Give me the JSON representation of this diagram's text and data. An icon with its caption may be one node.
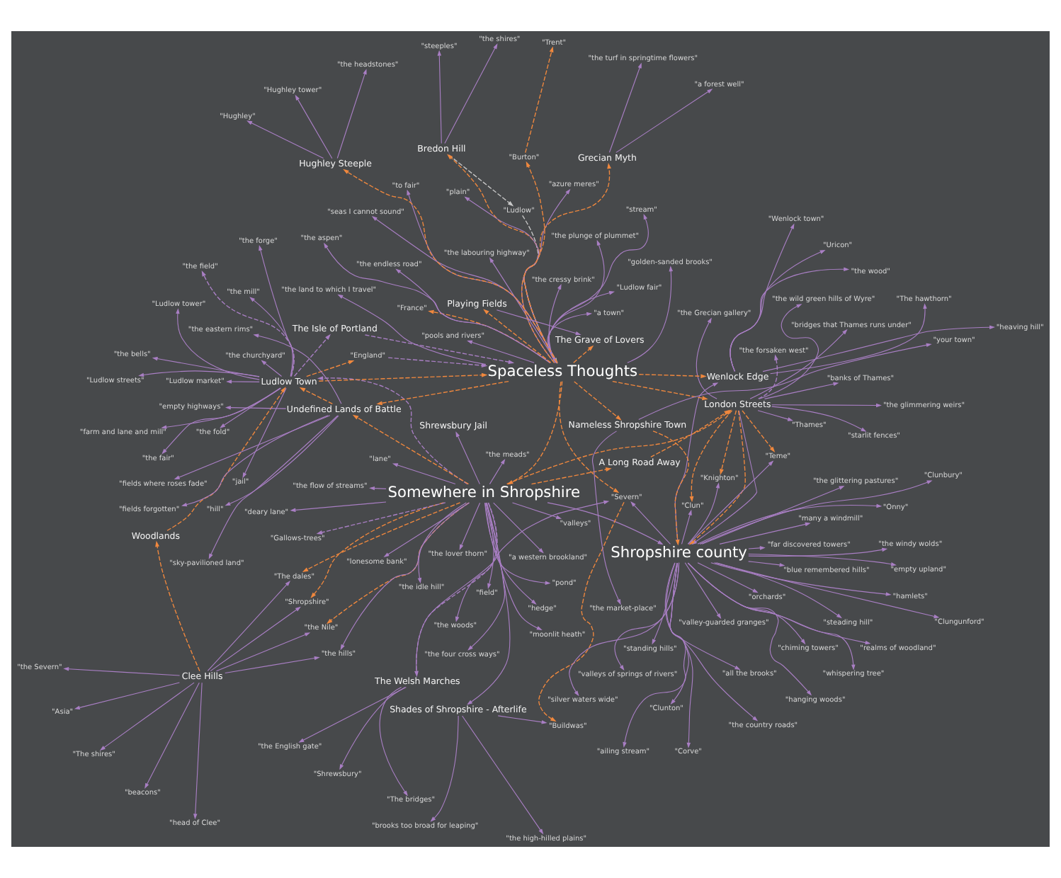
{
  "diagram": {
    "nodes": [
      {
        "text": [
          "Clee Hills"
        ]
      },
      {
        "text": [
          "\"beacons\""
        ]
      },
      {
        "text": [
          "\"head of Clee\""
        ]
      },
      {
        "text": [
          "\"Asia\""
        ]
      },
      {
        "text": [
          "\"the Nile\""
        ]
      },
      {
        "text": [
          "\"The dales\""
        ]
      },
      {
        "text": [
          "\"the Severn\""
        ]
      },
      {
        "text": [
          "\"The shires\""
        ]
      },
      {
        "text": [
          "\"the hills\""
        ]
      },
      {
        "text": [
          "\"Shropshire\""
        ]
      },
      {
        "text": [
          "Somewhere in Shropshire"
        ]
      },
      {
        "text": [
          "\"the meads\""
        ]
      },
      {
        "text": [
          "\"Gallows-trees\""
        ]
      },
      {
        "text": [
          "\"the woods\""
        ]
      },
      {
        "text": [
          "\"deary lane\""
        ]
      },
      {
        "text": [
          "\"lane\""
        ]
      },
      {
        "text": [
          "\"the idle hill\""
        ]
      },
      {
        "text": [
          "\"the flow of streams\""
        ]
      },
      {
        "text": [
          "\"field\""
        ]
      },
      {
        "text": [
          "\"valleys\""
        ]
      },
      {
        "text": [
          "\"hedge\""
        ]
      },
      {
        "text": [
          "\"a western brookland\""
        ]
      },
      {
        "text": [
          "\"pond\""
        ]
      },
      {
        "text": [
          "\"moonlit heath\""
        ]
      },
      {
        "text": [
          "\"lonesome bank\""
        ]
      },
      {
        "text": [
          "\"the lover thorn\""
        ]
      },
      {
        "text": [
          "\"the four cross ways\""
        ]
      },
      {
        "text": [
          "Shrewsbury Jail"
        ]
      },
      {
        "text": [
          "A Long Road Away"
        ]
      },
      {
        "text": [
          "London Streets"
        ]
      },
      {
        "text": [
          "\"the forsaken west\""
        ]
      },
      {
        "text": [
          "\"the Grecian gallery\""
        ]
      },
      {
        "text": [
          "\"bridges that Thames runs under\""
        ]
      },
      {
        "text": [
          "\"Thames\""
        ]
      },
      {
        "text": [
          "\"banks of Thames\""
        ]
      },
      {
        "text": [
          "\"the glimmering weirs\""
        ]
      },
      {
        "text": [
          "\"starlit fences\""
        ]
      },
      {
        "text": [
          "\"the wild green hills of Wyre\""
        ]
      },
      {
        "text": [
          "\"Knighton\""
        ]
      },
      {
        "text": [
          "\"Clun\""
        ]
      },
      {
        "text": [
          "\"Teme\""
        ]
      },
      {
        "text": [
          "Woodlands"
        ]
      },
      {
        "text": [
          "Ludlow Town"
        ]
      },
      {
        "text": [
          "\"the mill\""
        ]
      },
      {
        "text": [
          "\"farm and lane and mill\""
        ]
      },
      {
        "text": [
          "\"Ludlow tower\""
        ]
      },
      {
        "text": [
          "\"the bells\""
        ]
      },
      {
        "text": [
          "\"Ludlow market\""
        ]
      },
      {
        "text": [
          "\"Ludlow streets\""
        ]
      },
      {
        "text": [
          "\"the fair\""
        ]
      },
      {
        "text": [
          "\"the fold\""
        ]
      },
      {
        "text": [
          "\"jail\""
        ]
      },
      {
        "text": [
          "\"the forge\""
        ]
      },
      {
        "text": [
          "\"the churchyard\""
        ]
      },
      {
        "text": [
          "\"the field\""
        ]
      },
      {
        "text": [
          "Undefined Lands of Battle"
        ]
      },
      {
        "text": [
          "\"empty highways\""
        ]
      },
      {
        "text": [
          "\"the eastern rims\""
        ]
      },
      {
        "text": [
          "\"sky-pavilioned land\""
        ]
      },
      {
        "text": [
          "\"fields forgotten\""
        ]
      },
      {
        "text": [
          "\"fields where roses fade\""
        ]
      },
      {
        "text": [
          "The Welsh Marches"
        ]
      },
      {
        "text": [
          "\"the English gate\""
        ]
      },
      {
        "text": [
          "\"Shrewsbury\""
        ]
      },
      {
        "text": [
          "\"The bridges\""
        ]
      },
      {
        "text": [
          "Shades of Shropshire - Afterlife"
        ]
      },
      {
        "text": [
          "\"the high-hilled plains\""
        ]
      },
      {
        "text": [
          "\"brooks too broad for leaping\""
        ]
      },
      {
        "text": [
          "\"Buildwas\""
        ]
      },
      {
        "text": [
          "\"Severn\""
        ]
      },
      {
        "text": [
          "Bredon Hill"
        ]
      },
      {
        "text": [
          "\"steeples\""
        ]
      },
      {
        "text": [
          "\"the shires\""
        ]
      },
      {
        "text": [
          "\"Ludlow\""
        ]
      },
      {
        "text": [
          "\"hill\""
        ]
      },
      {
        "text": [
          "Shropshire county"
        ]
      },
      {
        "text": [
          "\"the country roads\""
        ]
      },
      {
        "text": [
          "\"many a windmill\""
        ]
      },
      {
        "text": [
          "\"hamlets\""
        ]
      },
      {
        "text": [
          "\"ailing stream\""
        ]
      },
      {
        "text": [
          "\"the glittering pastures\""
        ]
      },
      {
        "text": [
          "\"chiming towers\""
        ]
      },
      {
        "text": [
          "\"the windy wolds\""
        ]
      },
      {
        "text": [
          "\"valley-guarded granges\""
        ]
      },
      {
        "text": [
          "\"Onny\""
        ]
      },
      {
        "text": [
          "\"Clunbury\""
        ]
      },
      {
        "text": [
          "\"steading hill\""
        ]
      },
      {
        "text": [
          "\"whispering tree\""
        ]
      },
      {
        "text": [
          "\"standing hills\""
        ]
      },
      {
        "text": [
          "\"empty upland\""
        ]
      },
      {
        "text": [
          "\"far discovered towers\""
        ]
      },
      {
        "text": [
          "\"realms of woodland\""
        ]
      },
      {
        "text": [
          "\"blue remembered hills\""
        ]
      },
      {
        "text": [
          "\"Corve\""
        ]
      },
      {
        "text": [
          "\"Clunton\""
        ]
      },
      {
        "text": [
          "\"valleys of springs of rivers\""
        ]
      },
      {
        "text": [
          "\"all the brooks\""
        ]
      },
      {
        "text": [
          "\"Clungunford\""
        ]
      },
      {
        "text": [
          "\"hanging woods\""
        ]
      },
      {
        "text": [
          "\"orchards\""
        ]
      },
      {
        "text": [
          "\"silver waters wide\""
        ]
      },
      {
        "text": [
          "\"England\""
        ]
      },
      {
        "text": [
          "\"France\""
        ]
      },
      {
        "text": [
          "The Isle of Portland"
        ]
      },
      {
        "text": [
          "Spaceless Thoughts"
        ]
      },
      {
        "text": [
          "Wenlock Edge"
        ]
      },
      {
        "text": [
          "\"the wood\""
        ]
      },
      {
        "text": [
          "\"Uricon\""
        ]
      },
      {
        "text": [
          "\"heaving hill\""
        ]
      },
      {
        "text": [
          "\"The hawthorn\""
        ]
      },
      {
        "text": [
          "\"Wenlock town\""
        ]
      },
      {
        "text": [
          "Nameless Shropshire Town"
        ]
      },
      {
        "text": [
          "\"your town\""
        ]
      },
      {
        "text": [
          "\"the market-place\""
        ]
      },
      {
        "text": [
          "\"azure meres\""
        ]
      },
      {
        "text": [
          "\"stream\""
        ]
      },
      {
        "text": [
          "\"seas I cannot sound\""
        ]
      },
      {
        "text": [
          "\"Ludlow fair\""
        ]
      },
      {
        "text": [
          "\"the plunge of plummet\""
        ]
      },
      {
        "text": [
          "\"the land to which I travel\""
        ]
      },
      {
        "text": [
          "\"to fair\""
        ]
      },
      {
        "text": [
          "\"the aspen\""
        ]
      },
      {
        "text": [
          "\"the labouring highway\""
        ]
      },
      {
        "text": [
          "\"the endless road\""
        ]
      },
      {
        "text": [
          "Playing Fields"
        ]
      },
      {
        "text": [
          "The Grave of Lovers"
        ]
      },
      {
        "text": [
          "Grecian Myth"
        ]
      },
      {
        "text": [
          "\"a forest well\""
        ]
      },
      {
        "text": [
          "\"the turf in springtime flowers\""
        ]
      },
      {
        "text": [
          "Hughley Steeple"
        ]
      },
      {
        "text": [
          "\"the headstones\""
        ]
      },
      {
        "text": [
          "\"Hughley\""
        ]
      },
      {
        "text": [
          "\"Hughley tower\""
        ]
      },
      {
        "text": [
          "\"a town\""
        ]
      },
      {
        "text": [
          "\"plain\""
        ]
      },
      {
        "text": [
          "\"pools and rivers\""
        ]
      },
      {
        "text": [
          "\"the cressy brink\""
        ]
      },
      {
        "text": [
          "\"golden-sanded brooks\""
        ]
      },
      {
        "text": [
          "\"Burton\""
        ]
      },
      {
        "text": [
          "\"Trent\""
        ]
      }
    ],
    "edges": [
      {
        "from": 0,
        "to": 1,
        "arrow": "to"
      },
      {
        "from": 0,
        "to": 2,
        "arrow": "to"
      },
      {
        "from": 0,
        "to": 3,
        "arrow": "to"
      },
      {
        "from": 0,
        "to": 4,
        "arrow": "to"
      },
      {
        "from": 0,
        "to": 5,
        "arrow": "to"
      },
      {
        "from": 0,
        "to": 6,
        "arrow": "to"
      },
      {
        "from": 0,
        "to": 7,
        "arrow": "to"
      },
      {
        "from": 0,
        "to": 8,
        "arrow": "to"
      },
      {
        "from": 0,
        "to": 9,
        "arrow": "to"
      },
      {
        "from": 10,
        "to": 8,
        "arrow": "to"
      },
      {
        "from": 10,
        "to": 11,
        "arrow": "to"
      },
      {
        "from": 10,
        "to": 12,
        "arrow": "to",
        "style": "dashed"
      },
      {
        "from": 10,
        "to": 13,
        "arrow": "to"
      },
      {
        "from": 10,
        "to": 14,
        "arrow": "to"
      },
      {
        "from": 10,
        "to": 15,
        "arrow": "to"
      },
      {
        "from": 10,
        "to": 16,
        "arrow": "to"
      },
      {
        "from": 10,
        "to": 17,
        "arrow": "to"
      },
      {
        "from": 10,
        "to": 18,
        "arrow": "to"
      },
      {
        "from": 10,
        "to": 19,
        "arrow": "to"
      },
      {
        "from": 10,
        "to": 20,
        "arrow": "to"
      },
      {
        "from": 10,
        "to": 21,
        "arrow": "to"
      },
      {
        "from": 10,
        "to": 22,
        "arrow": "to"
      },
      {
        "from": 10,
        "to": 23,
        "arrow": "to"
      },
      {
        "from": 10,
        "to": 24,
        "arrow": "to"
      },
      {
        "from": 10,
        "to": 25,
        "arrow": "to"
      },
      {
        "from": 10,
        "to": 26,
        "arrow": "to"
      },
      {
        "from": 10,
        "to": 27,
        "arrow": "to"
      },
      {
        "from": 29,
        "to": 30,
        "arrow": "to",
        "style": "dashed"
      },
      {
        "from": 29,
        "to": 31,
        "arrow": "to"
      },
      {
        "from": 29,
        "to": 32,
        "arrow": "to"
      },
      {
        "from": 29,
        "to": 33,
        "arrow": "to"
      },
      {
        "from": 29,
        "to": 34,
        "arrow": "to"
      },
      {
        "from": 29,
        "to": 35,
        "arrow": "to"
      },
      {
        "from": 29,
        "to": 36,
        "arrow": "to"
      },
      {
        "from": 29,
        "to": 37,
        "arrow": "to"
      },
      {
        "from": 42,
        "to": 43,
        "arrow": "to"
      },
      {
        "from": 42,
        "to": 44,
        "arrow": "to"
      },
      {
        "from": 42,
        "to": 45,
        "arrow": "to"
      },
      {
        "from": 42,
        "to": 46,
        "arrow": "to"
      },
      {
        "from": 42,
        "to": 47,
        "arrow": "to"
      },
      {
        "from": 42,
        "to": 48,
        "arrow": "to"
      },
      {
        "from": 42,
        "to": 49,
        "arrow": "to"
      },
      {
        "from": 42,
        "to": 50,
        "arrow": "to"
      },
      {
        "from": 42,
        "to": 51,
        "arrow": "to"
      },
      {
        "from": 42,
        "to": 52,
        "arrow": "to"
      },
      {
        "from": 42,
        "to": 53,
        "arrow": "to"
      },
      {
        "from": 42,
        "to": 54,
        "arrow": "to",
        "style": "dashed"
      },
      {
        "from": 55,
        "to": 56,
        "arrow": "to"
      },
      {
        "from": 55,
        "to": 57,
        "arrow": "to"
      },
      {
        "from": 55,
        "to": 58,
        "arrow": "to"
      },
      {
        "from": 55,
        "to": 59,
        "arrow": "to"
      },
      {
        "from": 55,
        "to": 60,
        "arrow": "to"
      },
      {
        "from": 55,
        "to": 74,
        "arrow": "to"
      },
      {
        "from": 61,
        "to": 62,
        "arrow": "to"
      },
      {
        "from": 61,
        "to": 63,
        "arrow": "to"
      },
      {
        "from": 61,
        "to": 64,
        "arrow": "to"
      },
      {
        "from": 61,
        "to": 69,
        "arrow": "to"
      },
      {
        "from": 65,
        "to": 66,
        "arrow": "to"
      },
      {
        "from": 65,
        "to": 67,
        "arrow": "to"
      },
      {
        "from": 65,
        "to": 68,
        "arrow": "to"
      },
      {
        "from": 70,
        "to": 71,
        "arrow": "to"
      },
      {
        "from": 70,
        "to": 72,
        "arrow": "to"
      },
      {
        "from": 70,
        "to": 73,
        "arrow": "to",
        "style": "dashed",
        "color": "#c8c8c8"
      },
      {
        "from": 75,
        "to": 76,
        "arrow": "to"
      },
      {
        "from": 75,
        "to": 77,
        "arrow": "to"
      },
      {
        "from": 75,
        "to": 78,
        "arrow": "to"
      },
      {
        "from": 75,
        "to": 79,
        "arrow": "to"
      },
      {
        "from": 75,
        "to": 80,
        "arrow": "to"
      },
      {
        "from": 75,
        "to": 81,
        "arrow": "to"
      },
      {
        "from": 75,
        "to": 82,
        "arrow": "to"
      },
      {
        "from": 75,
        "to": 83,
        "arrow": "to"
      },
      {
        "from": 75,
        "to": 84,
        "arrow": "to"
      },
      {
        "from": 75,
        "to": 85,
        "arrow": "to"
      },
      {
        "from": 75,
        "to": 86,
        "arrow": "to"
      },
      {
        "from": 75,
        "to": 87,
        "arrow": "to"
      },
      {
        "from": 75,
        "to": 88,
        "arrow": "to"
      },
      {
        "from": 75,
        "to": 89,
        "arrow": "to"
      },
      {
        "from": 75,
        "to": 90,
        "arrow": "to"
      },
      {
        "from": 75,
        "to": 91,
        "arrow": "to"
      },
      {
        "from": 75,
        "to": 92,
        "arrow": "to"
      },
      {
        "from": 75,
        "to": 93,
        "arrow": "to"
      },
      {
        "from": 75,
        "to": 94,
        "arrow": "to"
      },
      {
        "from": 75,
        "to": 95,
        "arrow": "to"
      },
      {
        "from": 75,
        "to": 96,
        "arrow": "to"
      },
      {
        "from": 75,
        "to": 97,
        "arrow": "to"
      },
      {
        "from": 75,
        "to": 98,
        "arrow": "to"
      },
      {
        "from": 75,
        "to": 99,
        "arrow": "to"
      },
      {
        "from": 75,
        "to": 100,
        "arrow": "to"
      },
      {
        "from": 75,
        "to": 38,
        "arrow": "to"
      },
      {
        "from": 75,
        "to": 39,
        "arrow": "to"
      },
      {
        "from": 75,
        "to": 40,
        "arrow": "to"
      },
      {
        "from": 75,
        "to": 105,
        "arrow": "to"
      },
      {
        "from": 75,
        "to": 69,
        "arrow": "to"
      },
      {
        "from": 105,
        "to": 106,
        "arrow": "to"
      },
      {
        "from": 105,
        "to": 107,
        "arrow": "to"
      },
      {
        "from": 105,
        "to": 108,
        "arrow": "to"
      },
      {
        "from": 105,
        "to": 109,
        "arrow": "to"
      },
      {
        "from": 105,
        "to": 110,
        "arrow": "to"
      },
      {
        "from": 111,
        "to": 112,
        "arrow": "to"
      },
      {
        "from": 111,
        "to": 113,
        "arrow": "to"
      },
      {
        "from": 104,
        "to": 114,
        "arrow": "to"
      },
      {
        "from": 104,
        "to": 115,
        "arrow": "to"
      },
      {
        "from": 104,
        "to": 116,
        "arrow": "to"
      },
      {
        "from": 104,
        "to": 117,
        "arrow": "to"
      },
      {
        "from": 104,
        "to": 118,
        "arrow": "to"
      },
      {
        "from": 104,
        "to": 119,
        "arrow": "to"
      },
      {
        "from": 104,
        "to": 120,
        "arrow": "to"
      },
      {
        "from": 104,
        "to": 121,
        "arrow": "to"
      },
      {
        "from": 104,
        "to": 122,
        "arrow": "to"
      },
      {
        "from": 104,
        "to": 123,
        "arrow": "to"
      },
      {
        "from": 104,
        "to": 133,
        "arrow": "to"
      },
      {
        "from": 104,
        "to": 134,
        "arrow": "to"
      },
      {
        "from": 104,
        "to": 135,
        "arrow": "to"
      },
      {
        "from": 104,
        "to": 136,
        "arrow": "to"
      },
      {
        "from": 104,
        "to": 137,
        "arrow": "to"
      },
      {
        "from": 126,
        "to": 127,
        "arrow": "to"
      },
      {
        "from": 126,
        "to": 128,
        "arrow": "to"
      },
      {
        "from": 129,
        "to": 130,
        "arrow": "to"
      },
      {
        "from": 129,
        "to": 131,
        "arrow": "to"
      },
      {
        "from": 129,
        "to": 132,
        "arrow": "to"
      },
      {
        "from": 124,
        "to": 125,
        "arrow": "to"
      },
      {
        "from": 10,
        "to": 75,
        "arrow": "to"
      },
      {
        "from": 10,
        "to": 61,
        "arrow": "to",
        "style": "dashed"
      },
      {
        "from": 10,
        "to": 42,
        "arrow": "to",
        "style": "dashed"
      },
      {
        "from": 10,
        "to": 65,
        "arrow": "to"
      },
      {
        "from": 73,
        "to": 104,
        "arrow": "to",
        "style": "dashed",
        "color": "#c8c8c8"
      },
      {
        "from": 101,
        "to": 104,
        "arrow": "to",
        "style": "dashed"
      },
      {
        "from": 42,
        "to": 103,
        "arrow": "to",
        "style": "dashed"
      },
      {
        "from": 103,
        "to": 104,
        "arrow": "to",
        "style": "dashed"
      },
      {
        "from": 29,
        "to": 75,
        "arrow": "to"
      },
      {
        "from": 0,
        "to": 41,
        "arrow": "to",
        "style": "dashed",
        "color": "#f0883e"
      },
      {
        "from": 41,
        "to": 42,
        "arrow": "to",
        "style": "dashed",
        "color": "#f0883e"
      },
      {
        "from": 55,
        "to": 42,
        "arrow": "to",
        "style": "dashed",
        "color": "#f0883e"
      },
      {
        "from": 42,
        "to": 101,
        "arrow": "to",
        "style": "dashed",
        "color": "#f0883e"
      },
      {
        "from": 104,
        "to": 102,
        "arrow": "to",
        "style": "dashed",
        "color": "#f0883e"
      },
      {
        "from": 42,
        "to": 104,
        "arrow": "to",
        "style": "dashed",
        "color": "#f0883e"
      },
      {
        "from": 104,
        "to": 10,
        "arrow": "to",
        "style": "dashed",
        "color": "#f0883e"
      },
      {
        "from": 104,
        "to": 29,
        "arrow": "to",
        "style": "dashed",
        "color": "#f0883e"
      },
      {
        "from": 104,
        "to": 55,
        "arrow": "to",
        "style": "dashed",
        "color": "#f0883e"
      },
      {
        "from": 104,
        "to": 105,
        "arrow": "to",
        "style": "dashed",
        "color": "#f0883e"
      },
      {
        "from": 104,
        "to": 111,
        "arrow": "to",
        "style": "dashed",
        "color": "#f0883e"
      },
      {
        "from": 111,
        "to": 75,
        "arrow": "to",
        "style": "dashed",
        "color": "#f0883e"
      },
      {
        "from": 104,
        "to": 124,
        "arrow": "to",
        "style": "dashed",
        "color": "#f0883e"
      },
      {
        "from": 104,
        "to": 125,
        "arrow": "to",
        "style": "dashed",
        "color": "#f0883e"
      },
      {
        "from": 104,
        "to": 126,
        "arrow": "to",
        "style": "dashed",
        "color": "#f0883e"
      },
      {
        "from": 104,
        "to": 129,
        "arrow": "to",
        "style": "dashed",
        "color": "#f0883e"
      },
      {
        "from": 104,
        "to": 138,
        "arrow": "to",
        "style": "dashed",
        "color": "#f0883e"
      },
      {
        "from": 138,
        "to": 139,
        "arrow": "to",
        "style": "dashed",
        "color": "#f0883e"
      },
      {
        "from": 104,
        "to": 70,
        "arrow": "to",
        "style": "dashed",
        "color": "#f0883e"
      },
      {
        "from": 104,
        "to": 69,
        "arrow": "to",
        "style": "dashed",
        "color": "#f0883e"
      },
      {
        "from": 10,
        "to": 29,
        "arrow": "to",
        "style": "dashed",
        "color": "#f0883e"
      },
      {
        "from": 28,
        "to": 29,
        "arrow": "to",
        "style": "dashed",
        "color": "#f0883e"
      },
      {
        "from": 10,
        "to": 28,
        "arrow": "to",
        "style": "dashed",
        "color": "#f0883e"
      },
      {
        "from": 29,
        "to": 38,
        "arrow": "to",
        "style": "dashed",
        "color": "#f0883e"
      },
      {
        "from": 29,
        "to": 39,
        "arrow": "to",
        "style": "dashed",
        "color": "#f0883e"
      },
      {
        "from": 29,
        "to": 40,
        "arrow": "to",
        "style": "dashed",
        "color": "#f0883e"
      },
      {
        "from": 29,
        "to": 75,
        "arrow": "to",
        "style": "dashed",
        "color": "#f0883e"
      },
      {
        "from": 10,
        "to": 55,
        "arrow": "to",
        "style": "dashed",
        "color": "#f0883e"
      },
      {
        "from": 10,
        "to": 4,
        "arrow": "to",
        "style": "dashed",
        "color": "#f0883e"
      },
      {
        "from": 10,
        "to": 5,
        "arrow": "to",
        "style": "dashed",
        "color": "#f0883e"
      },
      {
        "from": 10,
        "to": 9,
        "arrow": "to",
        "style": "dashed",
        "color": "#f0883e"
      },
      {
        "from": 69,
        "to": 68,
        "arrow": "to",
        "style": "dashed",
        "color": "#f0883e"
      }
    ]
  }
}
